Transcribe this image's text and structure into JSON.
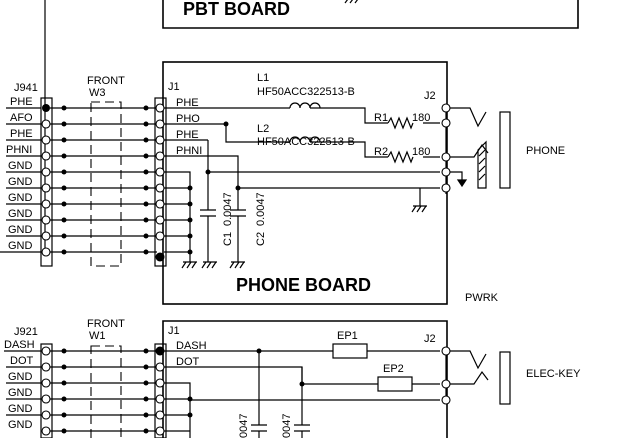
{
  "pbt_board": {
    "title": "PBT BOARD"
  },
  "phone_section": {
    "connector_left": {
      "ref": "J941",
      "pins": [
        "PHE",
        "AFO",
        "PHE",
        "PHNI",
        "GND",
        "GND",
        "GND",
        "GND",
        "GND",
        "GND"
      ]
    },
    "front_block": {
      "label": "FRONT",
      "ref": "W3"
    },
    "board_j1": {
      "ref": "J1",
      "pins": [
        "PHE",
        "PHO",
        "PHE",
        "PHNI"
      ]
    },
    "l1": {
      "ref": "L1",
      "part": "HF50ACC322513-B"
    },
    "l2": {
      "ref": "L2",
      "part": "HF50ACC322513-B"
    },
    "r1": {
      "ref": "R1",
      "value": "180"
    },
    "r2": {
      "ref": "R2",
      "value": "180"
    },
    "c1": {
      "ref": "C1",
      "value": "0.0047"
    },
    "c2": {
      "ref": "C2",
      "value": "0.0047"
    },
    "j2": {
      "ref": "J2"
    },
    "board_title": "PHONE BOARD",
    "jack_label": "PHONE",
    "pwrk_label": "PWRK"
  },
  "key_section": {
    "connector_left": {
      "ref": "J921",
      "pins": [
        "DASH",
        "DOT",
        "GND",
        "GND",
        "GND"
      ]
    },
    "front_block": {
      "label": "FRONT",
      "ref": "W1"
    },
    "board_j1": {
      "ref": "J1",
      "pins": [
        "DASH",
        "DOT"
      ]
    },
    "ep1": {
      "ref": "EP1"
    },
    "ep2": {
      "ref": "EP2"
    },
    "cap_value_a": "0047",
    "cap_value_b": "0047",
    "j2": {
      "ref": "J2"
    },
    "jack_label": "ELEC-KEY"
  }
}
